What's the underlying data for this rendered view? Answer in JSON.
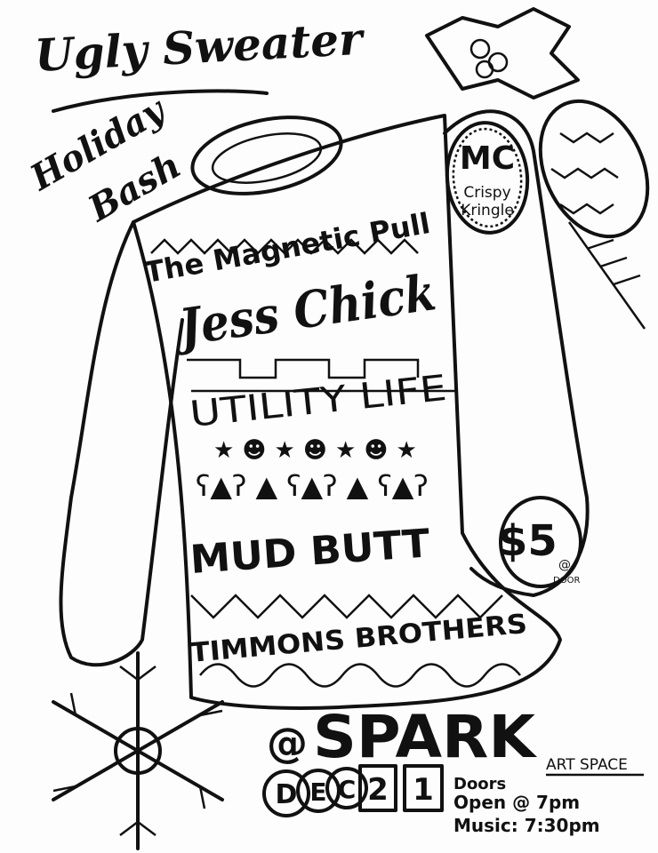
{
  "title": {
    "line1": "Ugly Sweater",
    "line2": "Holiday",
    "line3": "Bash"
  },
  "bands": [
    "The Magnetic Pull",
    "Jess Chick",
    "Utility Life",
    "Mud Butt",
    "Timmons Brothers"
  ],
  "mc": {
    "label": "MC",
    "name_line1": "Crispy",
    "name_line2": "Kringle"
  },
  "price": {
    "amount": "$5",
    "at": "@",
    "where": "Door"
  },
  "venue": {
    "at": "@",
    "name": "SPARK",
    "sub": "ART SPACE"
  },
  "date": {
    "month": [
      "D",
      "E",
      "C"
    ],
    "day": [
      "2",
      "1"
    ]
  },
  "times": {
    "doors_line1": "Doors",
    "doors_line2": "Open @ 7pm",
    "music": "Music: 7:30pm"
  },
  "colors": {
    "ink": "#111111",
    "paper": "#fdfdfd"
  }
}
